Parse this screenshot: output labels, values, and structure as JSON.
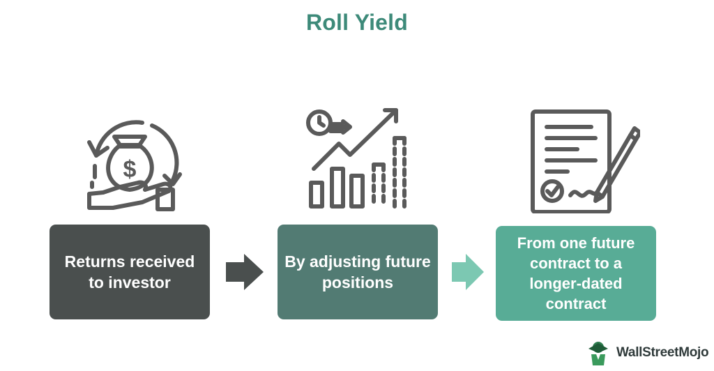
{
  "title": "Roll Yield",
  "steps": [
    {
      "label": "Returns received to investor",
      "icon": "money-bag-cycle-icon",
      "color": "#4a4f4e"
    },
    {
      "label": "By adjusting future positions",
      "icon": "growth-chart-clock-icon",
      "color": "#527b73"
    },
    {
      "label": "From one future contract to a longer-dated contract",
      "icon": "contract-signature-icon",
      "color": "#58ac96"
    }
  ],
  "brand": {
    "name": "WallStreetMojo",
    "icon": "wallstreetmojo-logo-icon"
  },
  "colors": {
    "title": "#3d8a79",
    "icon_stroke": "#595959",
    "arrow1": "#4a4f4e",
    "arrow2": "#7cc8b2"
  }
}
